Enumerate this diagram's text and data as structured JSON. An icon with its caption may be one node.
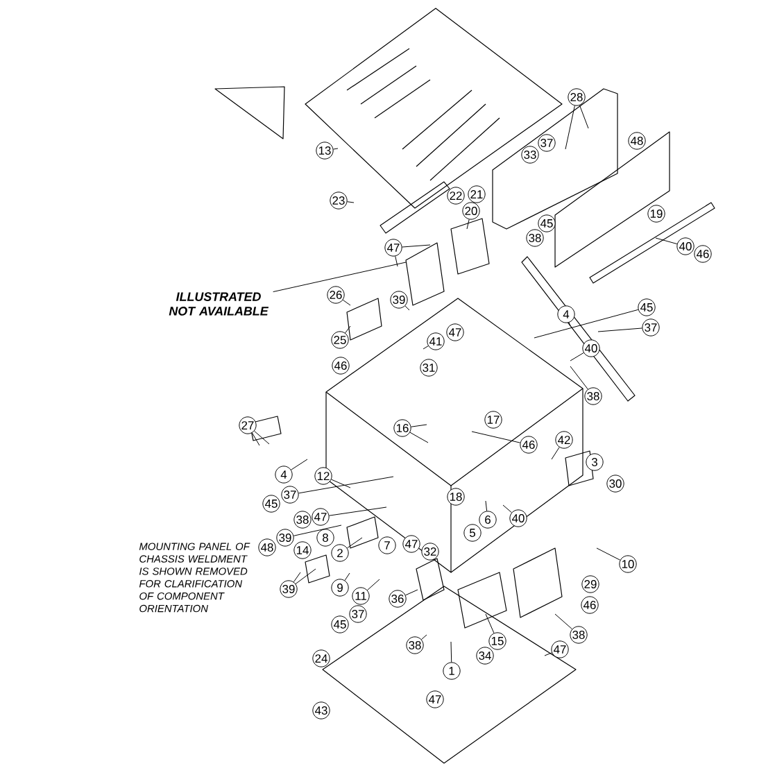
{
  "diagram": {
    "nodes": [
      {
        "text": [
          "13"
        ]
      },
      {
        "text": [
          "23"
        ]
      },
      {
        "text": [
          "22"
        ]
      },
      {
        "text": [
          "21"
        ]
      },
      {
        "text": [
          "20"
        ]
      },
      {
        "text": [
          "28"
        ]
      },
      {
        "text": [
          "37"
        ]
      },
      {
        "text": [
          "33"
        ]
      },
      {
        "text": [
          "48"
        ]
      },
      {
        "text": [
          "45"
        ]
      },
      {
        "text": [
          "38"
        ]
      },
      {
        "text": [
          "19"
        ]
      },
      {
        "text": [
          "40"
        ]
      },
      {
        "text": [
          "46"
        ]
      },
      {
        "text": [
          "47"
        ]
      },
      {
        "text": [
          "ILLUSTRATED NOT AVAILABLE"
        ]
      },
      {
        "text": [
          "26"
        ]
      },
      {
        "text": [
          "39"
        ]
      },
      {
        "text": [
          "45"
        ]
      },
      {
        "text": [
          "4"
        ]
      },
      {
        "text": [
          "37"
        ]
      },
      {
        "text": [
          "41"
        ]
      },
      {
        "text": [
          "47"
        ]
      },
      {
        "text": [
          "25"
        ]
      },
      {
        "text": [
          "40"
        ]
      },
      {
        "text": [
          "46"
        ]
      },
      {
        "text": [
          "31"
        ]
      },
      {
        "text": [
          "38"
        ]
      },
      {
        "text": [
          "27"
        ]
      },
      {
        "text": [
          "16"
        ]
      },
      {
        "text": [
          "17"
        ]
      },
      {
        "text": [
          "46"
        ]
      },
      {
        "text": [
          "42"
        ]
      },
      {
        "text": [
          "3"
        ]
      },
      {
        "text": [
          "30"
        ]
      },
      {
        "text": [
          "4"
        ]
      },
      {
        "text": [
          "12"
        ]
      },
      {
        "text": [
          "18"
        ]
      },
      {
        "text": [
          "37"
        ]
      },
      {
        "text": [
          "45"
        ]
      },
      {
        "text": [
          "47"
        ]
      },
      {
        "text": [
          "38"
        ]
      },
      {
        "text": [
          "6"
        ]
      },
      {
        "text": [
          "40"
        ]
      },
      {
        "text": [
          "5"
        ]
      },
      {
        "text": [
          "8"
        ]
      },
      {
        "text": [
          "39"
        ]
      },
      {
        "text": [
          "7"
        ]
      },
      {
        "text": [
          "47"
        ]
      },
      {
        "text": [
          "48"
        ]
      },
      {
        "text": [
          "14"
        ]
      },
      {
        "text": [
          "2"
        ]
      },
      {
        "text": [
          "32"
        ]
      },
      {
        "text": [
          "10"
        ]
      },
      {
        "text": [
          "29"
        ]
      },
      {
        "text": [
          "9"
        ]
      },
      {
        "text": [
          "39"
        ]
      },
      {
        "text": [
          "11"
        ]
      },
      {
        "text": [
          "36"
        ]
      },
      {
        "text": [
          "37"
        ]
      },
      {
        "text": [
          "46"
        ]
      },
      {
        "text": [
          "45"
        ]
      },
      {
        "text": [
          "15"
        ]
      },
      {
        "text": [
          "38"
        ]
      },
      {
        "text": [
          "38"
        ]
      },
      {
        "text": [
          "34"
        ]
      },
      {
        "text": [
          "47"
        ]
      },
      {
        "text": [
          "1"
        ]
      },
      {
        "text": [
          "24"
        ]
      },
      {
        "text": [
          "47"
        ]
      },
      {
        "text": [
          "43"
        ]
      }
    ],
    "edges": [
      {
        "from": 0,
        "to": null,
        "arrow": "none"
      },
      {
        "from": 1,
        "to": null,
        "arrow": "none"
      },
      {
        "from": 4,
        "to": null,
        "arrow": "none"
      },
      {
        "from": 5,
        "to": null,
        "arrow": "none"
      },
      {
        "from": 5,
        "to": null,
        "arrow": "none"
      },
      {
        "from": 12,
        "to": null,
        "arrow": "none"
      },
      {
        "from": 14,
        "to": null,
        "arrow": "none"
      },
      {
        "from": 14,
        "to": null,
        "arrow": "none"
      },
      {
        "from": 15,
        "to": null,
        "arrow": "none"
      },
      {
        "from": 17,
        "to": null,
        "arrow": "none"
      },
      {
        "from": 16,
        "to": null,
        "arrow": "none"
      },
      {
        "from": 23,
        "to": null,
        "arrow": "none"
      },
      {
        "from": 18,
        "to": null,
        "arrow": "none"
      },
      {
        "from": 20,
        "to": null,
        "arrow": "none"
      },
      {
        "from": 19,
        "to": null,
        "arrow": "none"
      },
      {
        "from": 24,
        "to": null,
        "arrow": "none"
      },
      {
        "from": 27,
        "to": null,
        "arrow": "none"
      },
      {
        "from": 21,
        "to": null,
        "arrow": "none"
      },
      {
        "from": 28,
        "to": null,
        "arrow": "none"
      },
      {
        "from": 28,
        "to": null,
        "arrow": "none"
      },
      {
        "from": 29,
        "to": null,
        "arrow": "none"
      },
      {
        "from": 29,
        "to": null,
        "arrow": "none"
      },
      {
        "from": 31,
        "to": null,
        "arrow": "none"
      },
      {
        "from": 32,
        "to": null,
        "arrow": "none"
      },
      {
        "from": 35,
        "to": null,
        "arrow": "none"
      },
      {
        "from": 36,
        "to": null,
        "arrow": "none"
      },
      {
        "from": 38,
        "to": null,
        "arrow": "none"
      },
      {
        "from": 40,
        "to": null,
        "arrow": "none"
      },
      {
        "from": 46,
        "to": null,
        "arrow": "none"
      },
      {
        "from": 51,
        "to": null,
        "arrow": "none"
      },
      {
        "from": 42,
        "to": null,
        "arrow": "none"
      },
      {
        "from": 43,
        "to": null,
        "arrow": "none"
      },
      {
        "from": 53,
        "to": null,
        "arrow": "none"
      },
      {
        "from": 55,
        "to": null,
        "arrow": "none"
      },
      {
        "from": 56,
        "to": null,
        "arrow": "none"
      },
      {
        "from": 56,
        "to": null,
        "arrow": "none"
      },
      {
        "from": 57,
        "to": null,
        "arrow": "none"
      },
      {
        "from": 58,
        "to": null,
        "arrow": "none"
      },
      {
        "from": 63,
        "to": null,
        "arrow": "none"
      },
      {
        "from": 66,
        "to": null,
        "arrow": "none"
      },
      {
        "from": 62,
        "to": null,
        "arrow": "none"
      },
      {
        "from": 67,
        "to": null,
        "arrow": "none"
      },
      {
        "from": 64,
        "to": null,
        "arrow": "none"
      }
    ],
    "labels": [
      "MOUNTING PANEL OF CHASSIS WELDMENT IS SHOWN REMOVED FOR CLARIFICATION OF COMPONENT ORIENTATION"
    ]
  }
}
